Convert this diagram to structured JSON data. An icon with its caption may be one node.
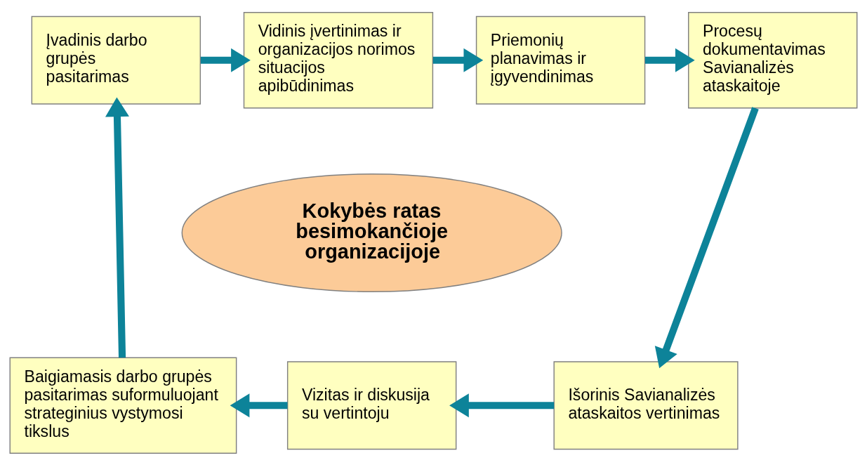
{
  "diagram": {
    "nodes": [
      {
        "text": [
          "Įvadinis darbo grupės pasitarimas"
        ]
      },
      {
        "text": [
          "Vidinis įvertinimas ir organizacijos norimos situacijos apibūdinimas"
        ]
      },
      {
        "text": [
          "Priemonių planavimas ir įgyvendinimas"
        ]
      },
      {
        "text": [
          "Procesų dokumentavimas Savianalizės ataskaitoje"
        ]
      },
      {
        "text": [
          "Kokybės ratas besimokančioje organizacijoje"
        ]
      },
      {
        "text": [
          "Išorinis Savianalizės ataskaitos vertinimas"
        ]
      },
      {
        "text": [
          "Vizitas ir diskusija su vertintoju"
        ]
      },
      {
        "text": [
          "Baigiamasis darbo grupės pasitarimas suformuluojant strateginius vystymosi tikslus"
        ]
      }
    ],
    "edges": [
      {
        "from": 0,
        "to": 1,
        "arrow": "to"
      },
      {
        "from": 1,
        "to": 2,
        "arrow": "to"
      },
      {
        "from": 2,
        "to": 3,
        "arrow": "to"
      },
      {
        "from": 3,
        "to": 5,
        "arrow": "to"
      },
      {
        "from": 5,
        "to": 6,
        "arrow": "to"
      },
      {
        "from": 6,
        "to": 7,
        "arrow": "to"
      },
      {
        "from": 7,
        "to": 0,
        "arrow": "to"
      }
    ]
  }
}
